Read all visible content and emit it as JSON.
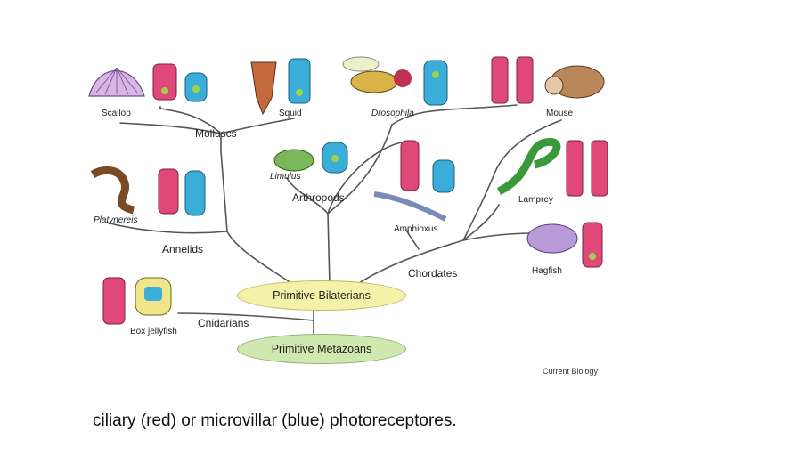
{
  "nodes": {
    "root": "Primitive Metazoans",
    "bilaterians": "Primitive Bilaterians"
  },
  "clades": {
    "molluscs": "Molluscs",
    "arthropods": "Arthropods",
    "annelids": "Annelids",
    "chordates": "Chordates",
    "cnidarians": "Cnidarians"
  },
  "species": {
    "scallop": "Scallop",
    "squid": "Squid",
    "drosophila": "Drosophila",
    "mouse": "Mouse",
    "limulus": "Limulus",
    "platynereis": "Platynereis",
    "amphioxus": "Amphioxus",
    "lamprey": "Lamprey",
    "hagfish": "Hagfish",
    "box_jellyfish": "Box jellyfish"
  },
  "credit": "Current Biology",
  "caption": "ciliary (red) or microvillar (blue) photoreceptores.",
  "colors": {
    "ciliary": "#e0487a",
    "microvillar": "#3aaed8",
    "nucleus": "#9ed24a",
    "node_fill": "#f4f1a8",
    "root_fill": "#cfe8b0"
  }
}
